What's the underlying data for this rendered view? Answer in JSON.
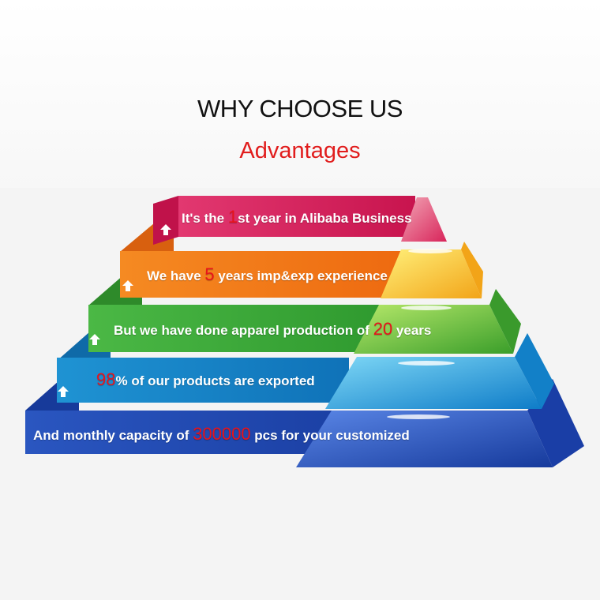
{
  "header": {
    "title": "WHY CHOOSE US",
    "subtitle": "Advantages"
  },
  "rows": [
    {
      "before": "It's the ",
      "highlight": "1",
      "after": "st year in Alibaba Business",
      "color": "#d81b5a"
    },
    {
      "before": "We have ",
      "highlight": "5",
      "after": " years imp&exp experience",
      "color": "#f07818"
    },
    {
      "before": "But we have done apparel production of ",
      "highlight": "20",
      "after": " years",
      "color": "#3aa63a"
    },
    {
      "before": "",
      "highlight": "98",
      "after": "% of our products are exported",
      "color": "#1584c8"
    },
    {
      "before": "And monthly capacity of ",
      "highlight": "300000",
      "after": " pcs for your customized",
      "color": "#1f47b0"
    }
  ],
  "icons": [
    "up-arrow-icon"
  ]
}
